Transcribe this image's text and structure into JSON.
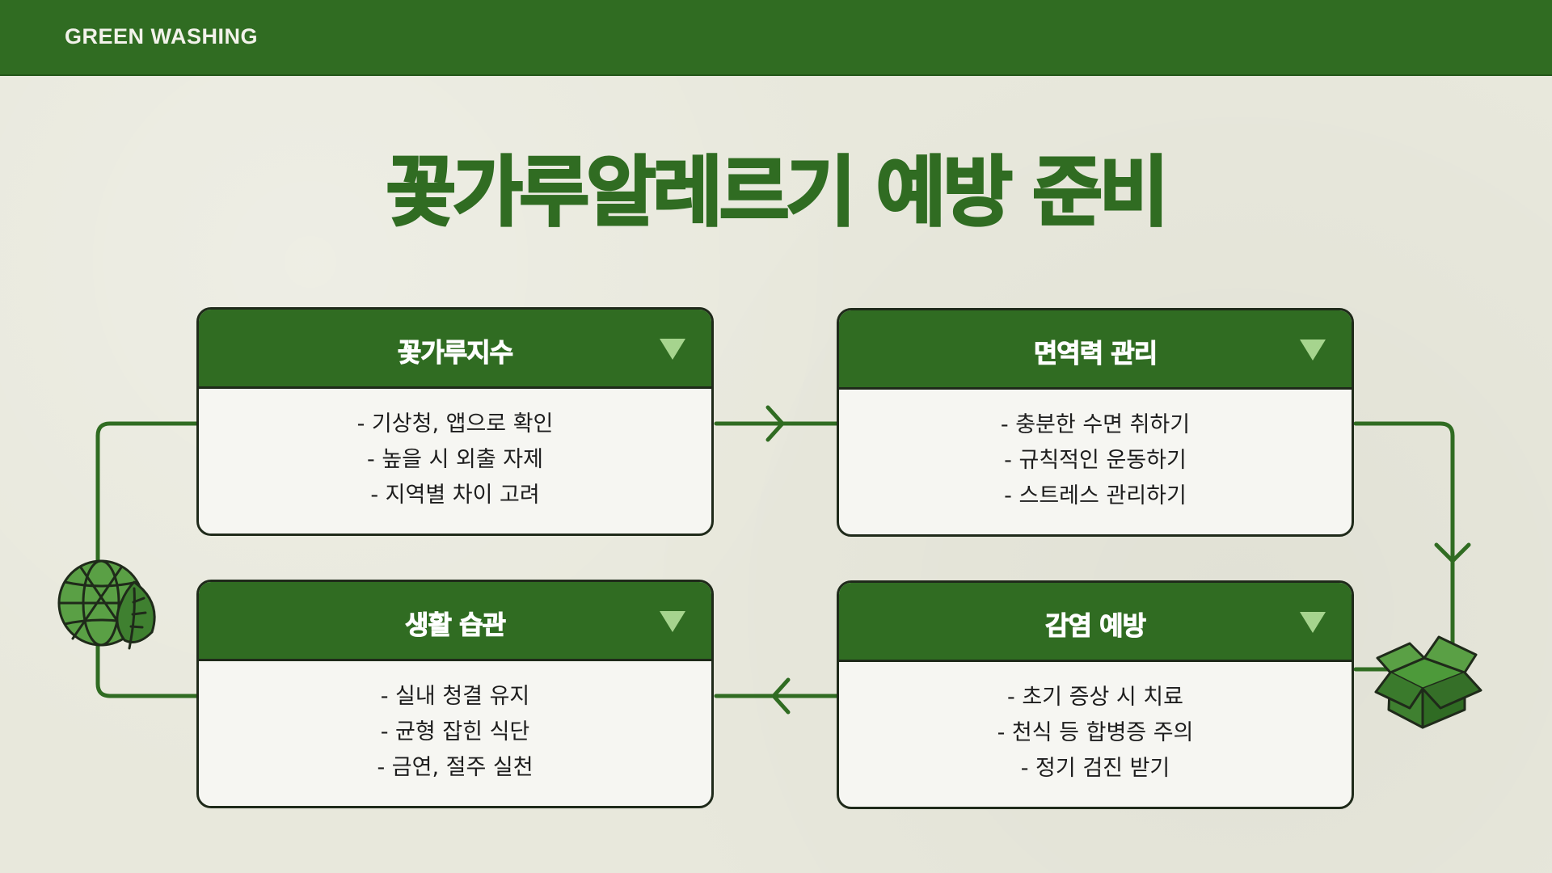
{
  "header": {
    "brand": "GREEN WASHING"
  },
  "main": {
    "title": "꽃가루알레르기 예방 준비"
  },
  "cards": [
    {
      "title": "꽃가루지수",
      "items": [
        "- 기상청, 앱으로 확인",
        "- 높을 시 외출 자제",
        "- 지역별 차이 고려"
      ]
    },
    {
      "title": "면역력 관리",
      "items": [
        "- 충분한 수면 취하기",
        "- 규칙적인 운동하기",
        "- 스트레스 관리하기"
      ]
    },
    {
      "title": "생활 습관",
      "items": [
        "- 실내 청결 유지",
        "- 균형 잡힌 식단",
        "- 금연, 절주 실천"
      ]
    },
    {
      "title": "감염 예방",
      "items": [
        "- 초기 증상 시 치료",
        "- 천식 등 합병증 주의",
        "- 정기 검진 받기"
      ]
    }
  ],
  "icons": {
    "left": "globe-leaf-icon",
    "right": "open-box-icon",
    "card_toggle": "triangle-down-icon"
  },
  "colors": {
    "primary_green": "#306c22",
    "background": "#e8e8dc",
    "card_background": "#f6f6f2",
    "toggle": "#a6d48e"
  }
}
